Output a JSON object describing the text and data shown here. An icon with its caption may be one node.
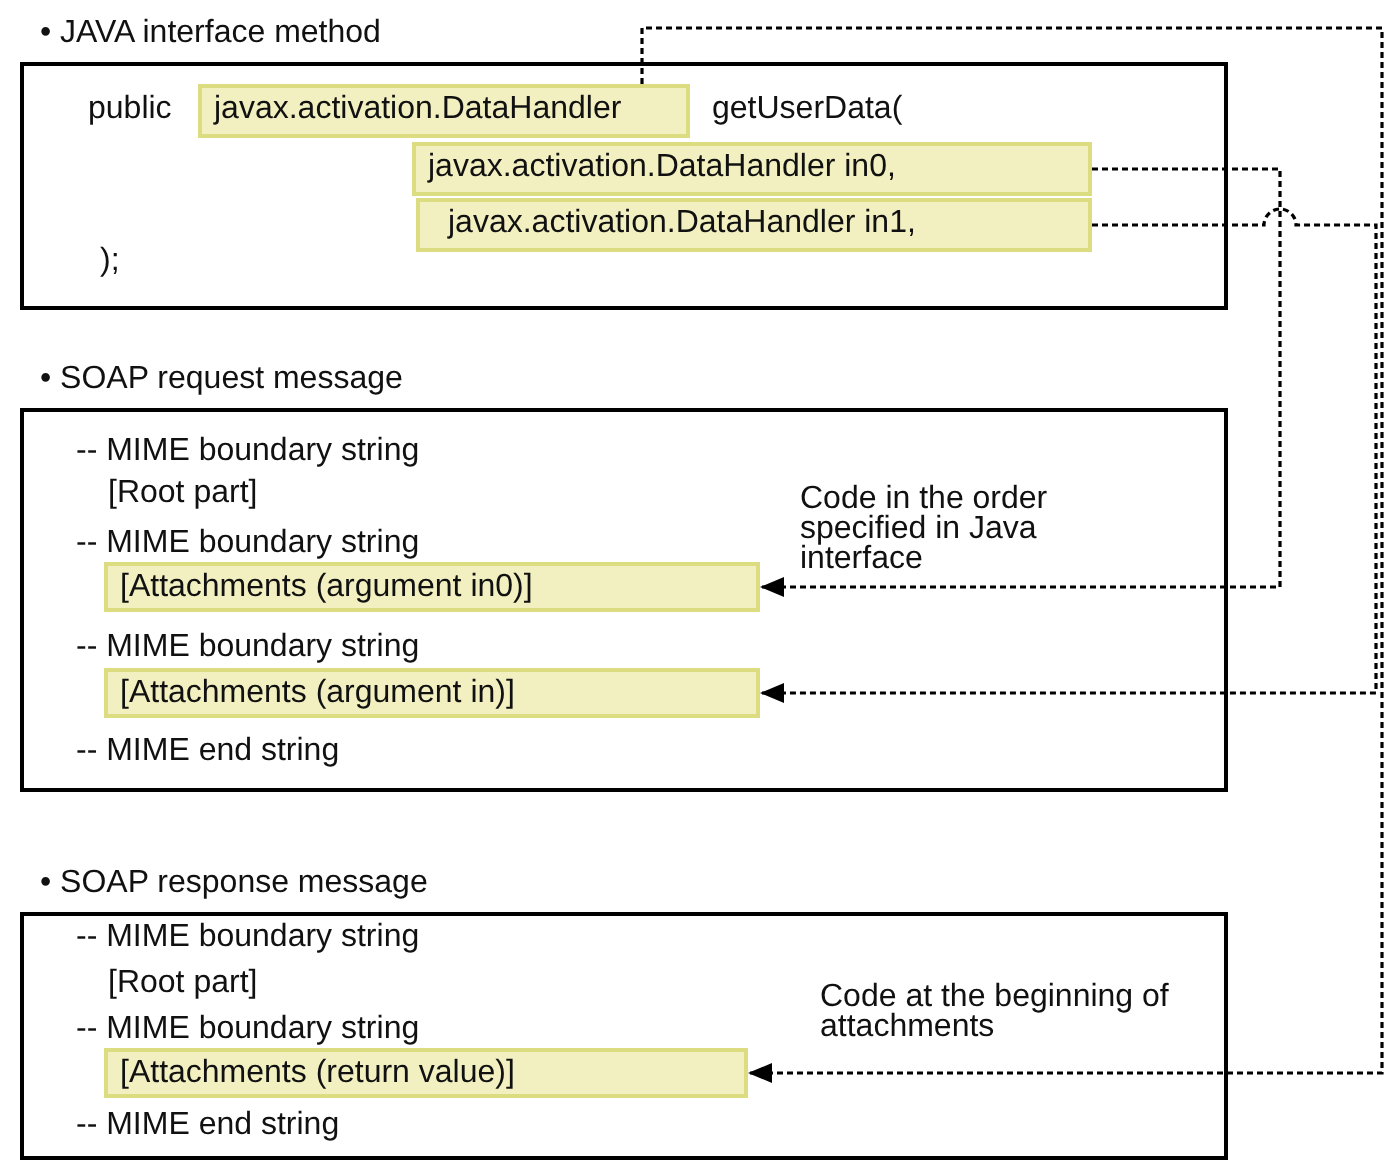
{
  "diagram": {
    "nodes": [
      {
        "text": [
          "• JAVA interface method",
          "public",
          "getUserData(",
          ");"
        ]
      },
      {
        "text": [
          "javax.activation.DataHandler"
        ],
        "in": 0
      },
      {
        "text": [
          "javax.activation.DataHandler in0,"
        ],
        "in": 0
      },
      {
        "text": [
          "javax.activation.DataHandler in1,"
        ],
        "in": 0
      },
      {
        "text": [
          "• SOAP request message",
          "-- MIME boundary string",
          "[Root part]",
          "-- MIME boundary string",
          "-- MIME boundary string",
          "-- MIME end string"
        ]
      },
      {
        "text": [
          "[Attachments (argument in0)]"
        ],
        "in": 4
      },
      {
        "text": [
          "[Attachments (argument in)]"
        ],
        "in": 4
      },
      {
        "text": [
          "• SOAP response message",
          "-- MIME boundary string",
          "[Root part]",
          "-- MIME boundary string",
          "-- MIME end string"
        ]
      },
      {
        "text": [
          "[Attachments (return value)]"
        ],
        "in": 7
      }
    ],
    "edges": [
      {
        "from": 2,
        "to": 5,
        "arrow": "to",
        "style": "dashed",
        "label": "Code in the order specified in Java interface"
      },
      {
        "from": 3,
        "to": 6,
        "arrow": "to",
        "style": "dashed"
      },
      {
        "from": 1,
        "to": 8,
        "arrow": "to",
        "style": "dashed",
        "label": "Code at the beginning of attachments"
      }
    ]
  }
}
